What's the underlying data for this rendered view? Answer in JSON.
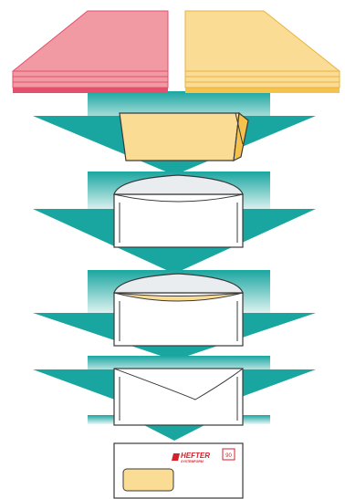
{
  "colors": {
    "teal": "#1aa6a0",
    "teal_light": "#cfeeed",
    "pink": "#f29aa3",
    "pink_edge": "#e2506b",
    "yellow": "#fbdc95",
    "yellow_edge": "#f4c24d",
    "envelope_flap": "#e9edf0",
    "brand_red": "#d6202a"
  },
  "icons": {
    "paper_stack_left": "pink-paper-stack-icon",
    "paper_stack_right": "yellow-paper-stack-icon",
    "folded_sheet": "folded-letter-icon",
    "envelope_open": "open-envelope-icon",
    "envelope_inserting": "envelope-insert-icon",
    "envelope_closed": "sealed-envelope-icon",
    "envelope_final": "franked-envelope-icon",
    "brand_logo": "hefter-logo-icon"
  },
  "envelope_final": {
    "brand_name": "HEFTER",
    "brand_sub": "SYSTEMFORM",
    "postage_mark": "90"
  }
}
